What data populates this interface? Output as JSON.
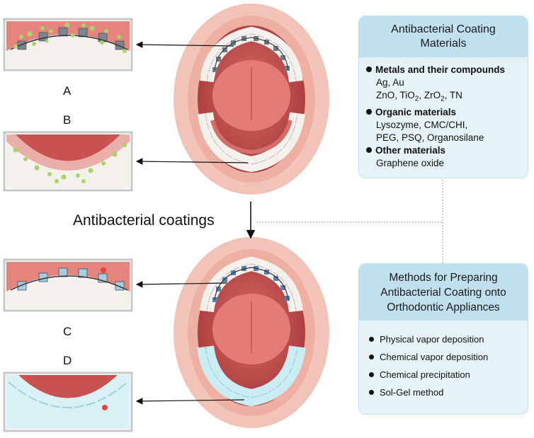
{
  "labels": {
    "a": "A",
    "b": "B",
    "c": "C",
    "d": "D"
  },
  "middle_title": "Antibacterial coatings",
  "materials_box": {
    "title_lines": [
      "Antibacterial Coating",
      "Materials"
    ],
    "groups": [
      {
        "name": "Metals and their compounds",
        "items": [
          "Ag, Au"
        ],
        "formula_line": [
          "ZnO, TiO",
          "2",
          ", ZrO",
          "2",
          ", TN"
        ]
      },
      {
        "name": "Organic materials",
        "items": [
          "Lysozyme, CMC/CHI,",
          "PEG, PSQ, Organosilane"
        ]
      },
      {
        "name": "Other materials",
        "items": [
          "Graphene oxide"
        ]
      }
    ]
  },
  "methods_box": {
    "title_lines": [
      "Methods for Preparing",
      "Antibacterial Coating onto",
      "Orthodontic Appliances"
    ],
    "methods": [
      "Physical vapor deposition",
      "Chemical vapor deposition",
      "Chemical precipitation",
      "Sol-Gel method"
    ]
  },
  "colors": {
    "box_fill": "#e5f2f6",
    "box_header": "#bfe0ec",
    "gum": "#e89a93",
    "mouth": "#c7504f",
    "lip": "#f3c9bd",
    "coating": "#b9e7ef",
    "bacteria": "#a9d46a"
  }
}
